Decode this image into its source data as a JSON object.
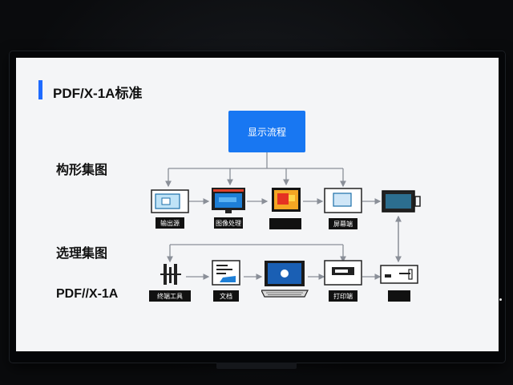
{
  "slide": {
    "title": "PDF/X-1A标准",
    "center_box": "显示流程",
    "row_labels": [
      "构形集图",
      "选理集图",
      "PDF//X-1A"
    ]
  },
  "top_row": {
    "nodes": [
      {
        "label": "输出源",
        "icon": "monitor-icon"
      },
      {
        "label": "图像处理",
        "icon": "display-icon"
      },
      {
        "label": "",
        "icon": "color-monitor-icon"
      },
      {
        "label": "屏幕端",
        "icon": "screen-icon"
      },
      {
        "label": "",
        "icon": "tablet-device-icon"
      }
    ]
  },
  "bottom_row": {
    "nodes": [
      {
        "label": "终端工具",
        "icon": "tools-icon"
      },
      {
        "label": "文档",
        "icon": "document-icon"
      },
      {
        "label": "",
        "icon": "laptop-icon"
      },
      {
        "label": "打印端",
        "icon": "printer-icon"
      },
      {
        "label": "",
        "icon": "output-device-icon"
      }
    ]
  },
  "colors": {
    "accent": "#1f6bff",
    "box": "#1877f2",
    "arrow": "#8a8f98"
  }
}
